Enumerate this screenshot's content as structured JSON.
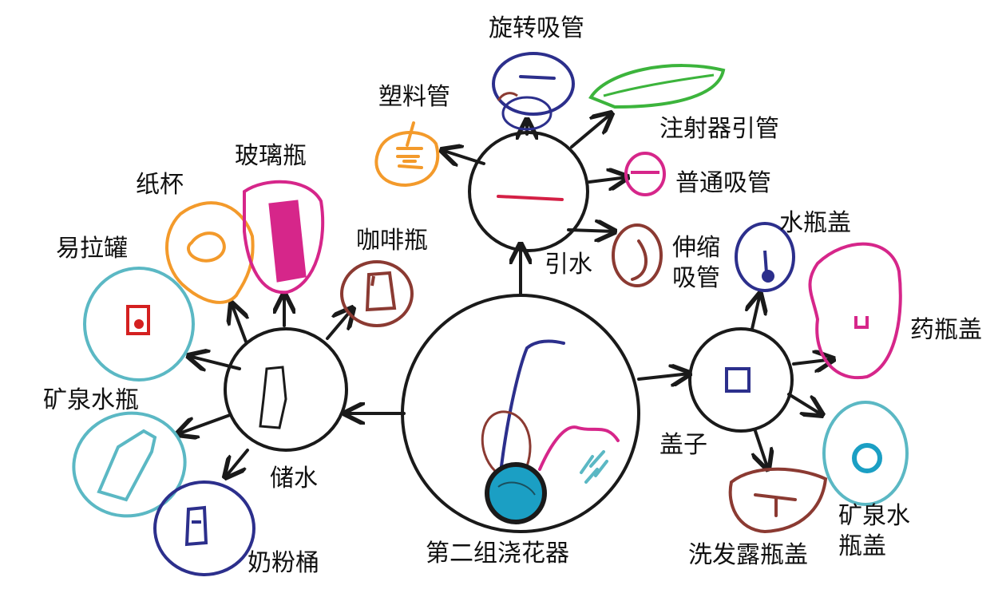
{
  "diagram": {
    "center": "第二组浇花器",
    "branches": {
      "water_intake": {
        "label": "引水",
        "items": [
          "旋转吸管",
          "注射器引管",
          "塑料管",
          "普通吸管",
          "伸缩吸管"
        ]
      },
      "water_storage": {
        "label": "储水",
        "items": [
          "易拉罐",
          "纸杯",
          "玻璃瓶",
          "咖啡瓶",
          "矿泉水瓶",
          "奶粉桶"
        ]
      },
      "lids": {
        "label": "盖子",
        "items": [
          "水瓶盖",
          "药瓶盖",
          "矿泉水瓶盖",
          "洗发露瓶盖"
        ]
      }
    }
  },
  "colors": {
    "outline": "#1a1a1a",
    "navy": "#2c2f8c",
    "green": "#3cb43c",
    "magenta": "#d6268a",
    "orange": "#f39a2b",
    "brown": "#8b3a32",
    "teal": "#5bb8c4",
    "red": "#d42020",
    "cyan": "#1b9fc4"
  }
}
